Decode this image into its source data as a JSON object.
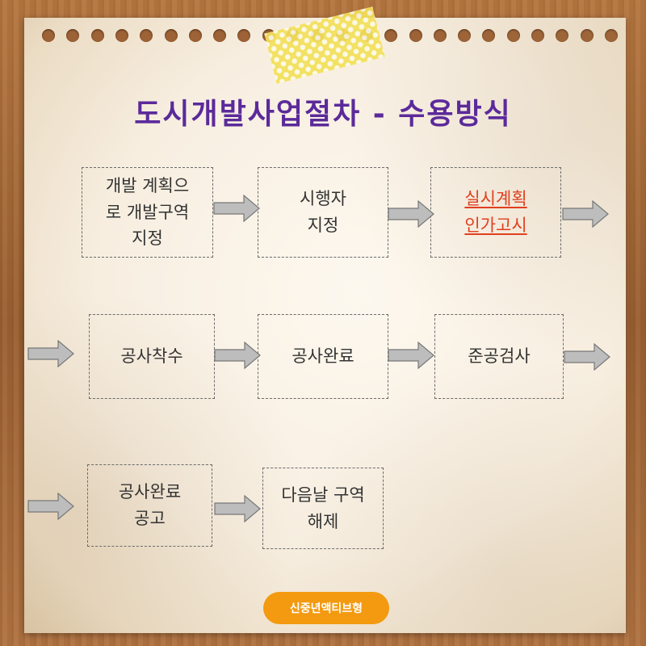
{
  "title": "도시개발사업절차 - 수용방식",
  "steps": [
    {
      "label": "개발 계획으\n로 개발구역\n지정"
    },
    {
      "label": "시행자\n지정"
    },
    {
      "label": "실시계획\n인가고시",
      "highlight": true
    },
    {
      "label": "공사착수"
    },
    {
      "label": "공사완료"
    },
    {
      "label": "준공검사"
    },
    {
      "label": "공사완료\n공고"
    },
    {
      "label": "다음날 구역\n해제"
    }
  ],
  "badge": "신중년액티브형",
  "colors": {
    "title": "#5b2a9a",
    "highlight": "#e0401f",
    "arrow": "#bdbdbd",
    "badge": "#f39a10"
  }
}
